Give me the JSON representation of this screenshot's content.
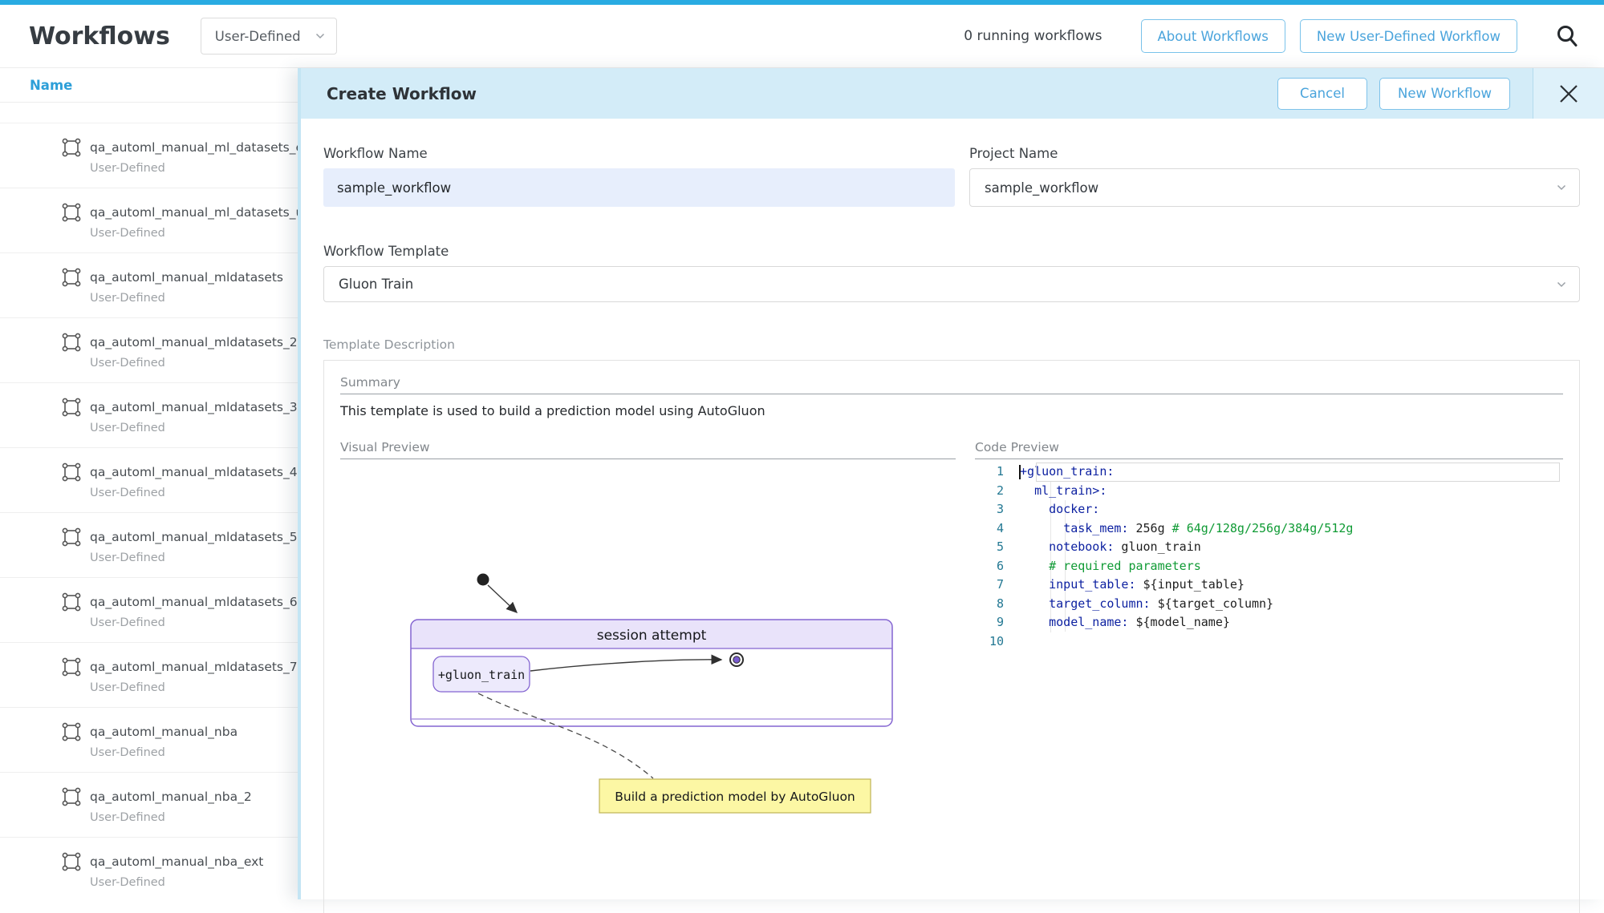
{
  "header": {
    "title": "Workflows",
    "filter_value": "User-Defined",
    "running_status": "0 running workflows",
    "about_button": "About Workflows",
    "new_workflow_button": "New User-Defined Workflow"
  },
  "sidebar": {
    "column_header": "Name",
    "items": [
      {
        "name": "qa_automl_manual_ml_datasets_e",
        "type": "User-Defined"
      },
      {
        "name": "qa_automl_manual_ml_datasets_u",
        "type": "User-Defined"
      },
      {
        "name": "qa_automl_manual_mldatasets",
        "type": "User-Defined"
      },
      {
        "name": "qa_automl_manual_mldatasets_2",
        "type": "User-Defined"
      },
      {
        "name": "qa_automl_manual_mldatasets_3",
        "type": "User-Defined"
      },
      {
        "name": "qa_automl_manual_mldatasets_4",
        "type": "User-Defined"
      },
      {
        "name": "qa_automl_manual_mldatasets_5",
        "type": "User-Defined"
      },
      {
        "name": "qa_automl_manual_mldatasets_6",
        "type": "User-Defined"
      },
      {
        "name": "qa_automl_manual_mldatasets_7",
        "type": "User-Defined"
      },
      {
        "name": "qa_automl_manual_nba",
        "type": "User-Defined"
      },
      {
        "name": "qa_automl_manual_nba_2",
        "type": "User-Defined"
      },
      {
        "name": "qa_automl_manual_nba_ext",
        "type": "User-Defined"
      }
    ]
  },
  "modal": {
    "title": "Create Workflow",
    "cancel_button": "Cancel",
    "submit_button": "New Workflow",
    "form": {
      "workflow_name_label": "Workflow Name",
      "workflow_name_value": "sample_workflow",
      "project_name_label": "Project Name",
      "project_name_value": "sample_workflow",
      "template_label": "Workflow Template",
      "template_value": "Gluon Train"
    },
    "template_description": {
      "section_label": "Template Description",
      "summary_label": "Summary",
      "summary_text": "This template is used to build a prediction model using AutoGluon",
      "visual_preview_label": "Visual Preview",
      "code_preview_label": "Code Preview"
    },
    "diagram": {
      "frame_title": "session attempt",
      "node_label": "+gluon_train",
      "note_text": "Build a prediction model by AutoGluon"
    },
    "code": {
      "active_line": 1,
      "lines": [
        {
          "n": 1,
          "tokens": [
            [
              "key",
              "+gluon_train:"
            ]
          ]
        },
        {
          "n": 2,
          "tokens": [
            [
              "val",
              "  "
            ],
            [
              "key",
              "ml_train>:"
            ]
          ]
        },
        {
          "n": 3,
          "tokens": [
            [
              "val",
              "    "
            ],
            [
              "key",
              "docker:"
            ]
          ]
        },
        {
          "n": 4,
          "tokens": [
            [
              "val",
              "      "
            ],
            [
              "key",
              "task_mem:"
            ],
            [
              "val",
              " 256g "
            ],
            [
              "comment",
              "# 64g/128g/256g/384g/512g"
            ]
          ]
        },
        {
          "n": 5,
          "tokens": [
            [
              "val",
              "    "
            ],
            [
              "key",
              "notebook:"
            ],
            [
              "val",
              " gluon_train"
            ]
          ]
        },
        {
          "n": 6,
          "tokens": [
            [
              "val",
              "    "
            ],
            [
              "comment",
              "# required parameters"
            ]
          ]
        },
        {
          "n": 7,
          "tokens": [
            [
              "val",
              "    "
            ],
            [
              "key",
              "input_table:"
            ],
            [
              "val",
              " ${input_table}"
            ]
          ]
        },
        {
          "n": 8,
          "tokens": [
            [
              "val",
              "    "
            ],
            [
              "key",
              "target_column:"
            ],
            [
              "val",
              " ${target_column}"
            ]
          ]
        },
        {
          "n": 9,
          "tokens": [
            [
              "val",
              "    "
            ],
            [
              "key",
              "model_name:"
            ],
            [
              "val",
              " ${model_name}"
            ]
          ]
        },
        {
          "n": 10,
          "tokens": []
        }
      ]
    }
  },
  "colors": {
    "accent_blue": "#29abe2",
    "button_blue": "#4aa4dc",
    "modal_header_bg": "#d3ecf8",
    "sidebar_header_blue": "#2d9fd8",
    "input_fill": "#e7eefc",
    "diagram_purple": "#8465d1",
    "diagram_purple_fill": "#e9e3fa",
    "note_yellow": "#fcf7a4",
    "code_key": "#0b1fa0",
    "code_comment": "#109b35",
    "code_line_number": "#237893"
  }
}
